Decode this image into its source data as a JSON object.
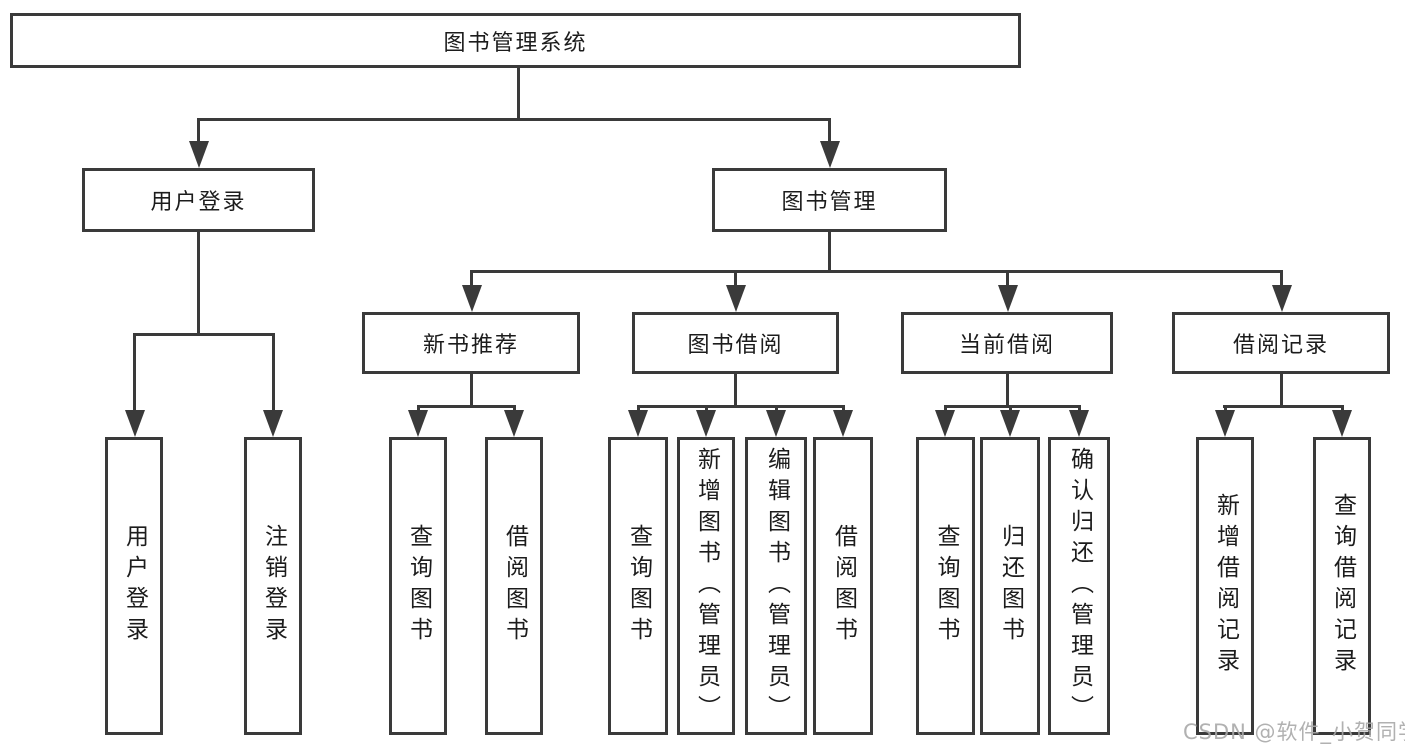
{
  "chart": {
    "root": "图书管理系统",
    "level2": [
      "用户登录",
      "图书管理"
    ],
    "level3": [
      "新书推荐",
      "图书借阅",
      "当前借阅",
      "借阅记录"
    ],
    "leaves": {
      "user_login": [
        "用户登录",
        "注销登录"
      ],
      "new_books": [
        "查询图书",
        "借阅图书"
      ],
      "book_borrowing": [
        "查询图书",
        "新增图书（管理员）",
        "编辑图书（管理员）",
        "借阅图书"
      ],
      "current_borrowing": [
        "查询图书",
        "归还图书",
        "确认归还（管理员）"
      ],
      "borrowing_records": [
        "新增借阅记录",
        "查询借阅记录"
      ]
    }
  },
  "watermark": {
    "text": "CSDN @软件_小贺同学"
  },
  "colors": {
    "line": "#3a3a3a",
    "text": "#1c1c1c",
    "watermark": "#a9a9a9",
    "background": "#ffffff"
  }
}
